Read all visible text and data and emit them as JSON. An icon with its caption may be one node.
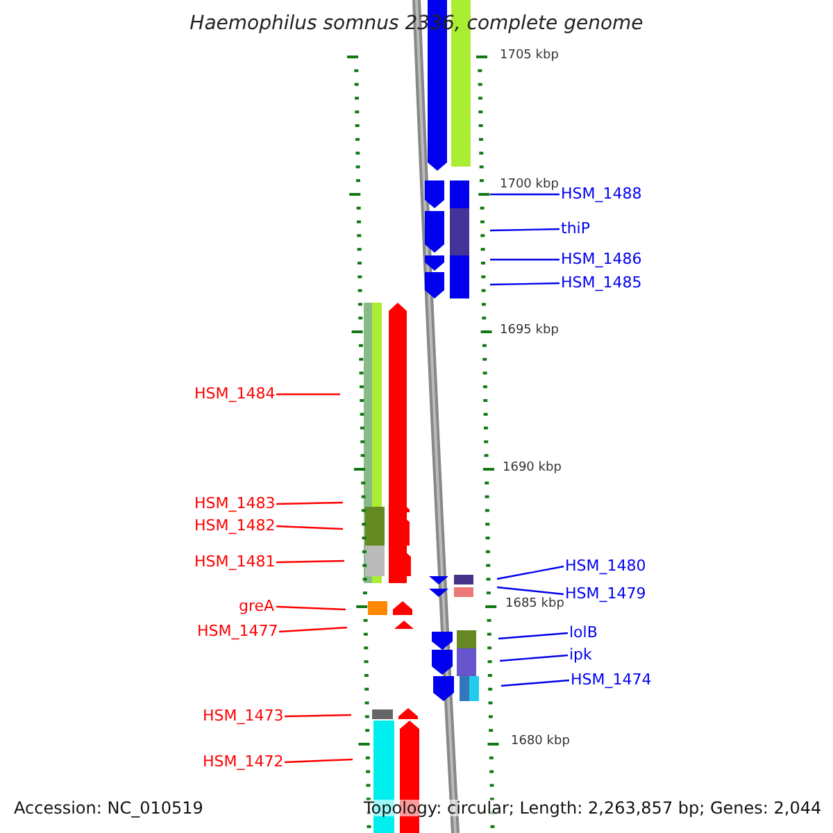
{
  "diagram": {
    "title": "Haemophilus somnus 2336, complete genome",
    "nodes": [
      {
        "text": [
          "HSM_1488"
        ]
      },
      {
        "text": [
          "thiP"
        ]
      },
      {
        "text": [
          "HSM_1486"
        ]
      },
      {
        "text": [
          "HSM_1485"
        ]
      },
      {
        "text": [
          "HSM_1484"
        ]
      },
      {
        "text": [
          "HSM_1483"
        ]
      },
      {
        "text": [
          "HSM_1482"
        ]
      },
      {
        "text": [
          "HSM_1481"
        ]
      },
      {
        "text": [
          "HSM_1480"
        ]
      },
      {
        "text": [
          "HSM_1479"
        ]
      },
      {
        "text": [
          "greA"
        ]
      },
      {
        "text": [
          "HSM_1477"
        ]
      },
      {
        "text": [
          "lolB"
        ]
      },
      {
        "text": [
          "ipk"
        ]
      },
      {
        "text": [
          "HSM_1474"
        ]
      },
      {
        "text": [
          "HSM_1473"
        ]
      },
      {
        "text": [
          "HSM_1472"
        ]
      }
    ],
    "edges": [
      {
        "from": 0,
        "to": null,
        "arrow": "none"
      },
      {
        "from": 1,
        "to": null,
        "arrow": "none"
      },
      {
        "from": 2,
        "to": null,
        "arrow": "none"
      },
      {
        "from": 3,
        "to": null,
        "arrow": "none"
      },
      {
        "from": 4,
        "to": null,
        "arrow": "none",
        "color": "#ff0000"
      },
      {
        "from": 5,
        "to": null,
        "arrow": "none",
        "color": "#ff0000"
      },
      {
        "from": 6,
        "to": null,
        "arrow": "none",
        "color": "#ff0000"
      },
      {
        "from": 7,
        "to": null,
        "arrow": "none",
        "color": "#ff0000"
      },
      {
        "from": 8,
        "to": null,
        "arrow": "none"
      },
      {
        "from": 9,
        "to": null,
        "arrow": "none"
      },
      {
        "from": 10,
        "to": null,
        "arrow": "none",
        "color": "#ff0000"
      },
      {
        "from": 11,
        "to": null,
        "arrow": "none",
        "color": "#ff0000"
      },
      {
        "from": 12,
        "to": null,
        "arrow": "none"
      },
      {
        "from": 13,
        "to": null,
        "arrow": "none"
      },
      {
        "from": 14,
        "to": null,
        "arrow": "none"
      },
      {
        "from": 15,
        "to": null,
        "arrow": "none",
        "color": "#ff0000"
      },
      {
        "from": 16,
        "to": null,
        "arrow": "none",
        "color": "#ff0000"
      }
    ],
    "labels": [
      "1705 kbp",
      "1700 kbp",
      "1695 kbp",
      "1690 kbp",
      "1685 kbp",
      "1680 kbp",
      "Accession: NC_010519",
      "Topology: circular; Length: 2,263,857 bp; Genes: 2,044"
    ]
  }
}
